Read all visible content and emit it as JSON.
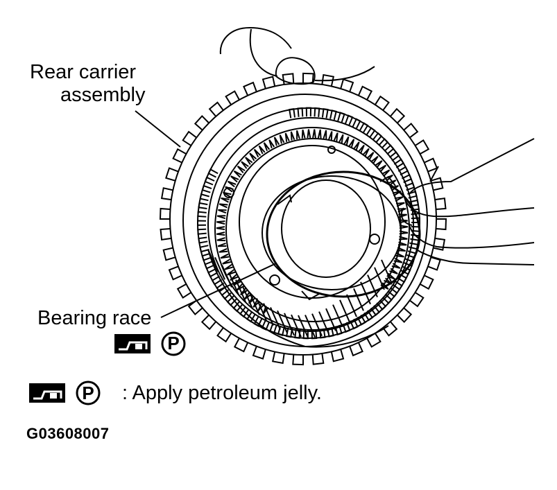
{
  "labels": {
    "rear_carrier_line1": "Rear carrier",
    "rear_carrier_line2": "assembly",
    "bearing_race": "Bearing race"
  },
  "symbol": {
    "letter": "P",
    "icon": "grease-gun-icon"
  },
  "legend": {
    "text": ": Apply petroleum jelly."
  },
  "figure_code": "G03608007"
}
